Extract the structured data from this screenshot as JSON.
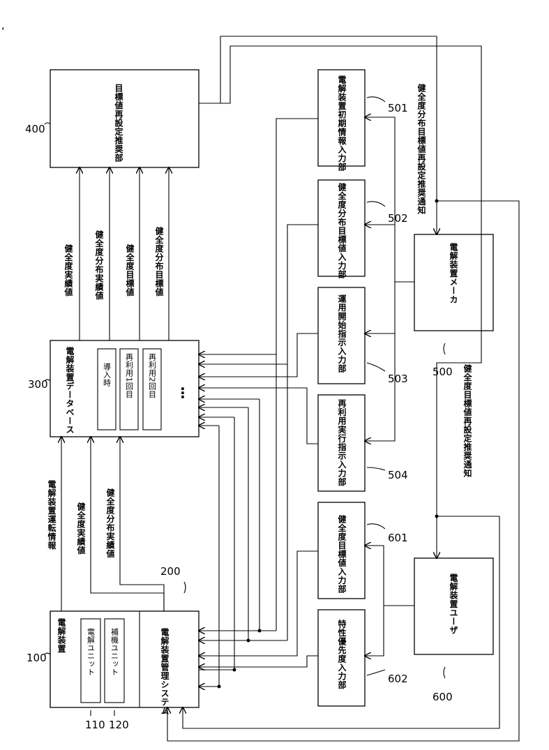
{
  "figure_marker": "‘",
  "blocks": {
    "b100": {
      "number": "100",
      "title": "電解装置",
      "units": [
        {
          "number": "110",
          "label": "電解ユニット"
        },
        {
          "number": "120",
          "label": "補機ユニット"
        }
      ]
    },
    "b200": {
      "number": "200",
      "title": "電解装置管理システム"
    },
    "b300": {
      "number": "300",
      "title": "電解装置データベース",
      "rows": [
        "導入時",
        "再利用1回目",
        "再利用2回目"
      ],
      "ellipsis": "⋮"
    },
    "b400": {
      "number": "400",
      "title": "目標値再設定推奨部"
    },
    "b500": {
      "number": "500",
      "title": "電解装置メーカ"
    },
    "b600": {
      "number": "600",
      "title": "電解装置ユーザ"
    },
    "b501": {
      "number": "501",
      "title": "電解装置初期情報入力部"
    },
    "b502": {
      "number": "502",
      "title": "健全度分布目標値入力部"
    },
    "b503": {
      "number": "503",
      "title": "運用開始指示入力部"
    },
    "b504": {
      "number": "504",
      "title": "再利用実行指示入力部"
    },
    "b601": {
      "number": "601",
      "title": "健全度目標値入力部"
    },
    "b602": {
      "number": "602",
      "title": "特性優先度入力部"
    }
  },
  "signals": {
    "s200_300_a": "電解装置運転情報",
    "s200_300_b": "健全度実績値",
    "s200_300_c": "健全度分布実績値",
    "s300_400_a": "健全度実績値",
    "s300_400_b": "健全度分布実績値",
    "s300_400_c": "健全度目標値",
    "s300_400_d": "健全度分布目標値",
    "s400_500": "健全度分布目標値再設定推奨通知",
    "s400_600": "健全度目標値再設定推奨通知"
  }
}
